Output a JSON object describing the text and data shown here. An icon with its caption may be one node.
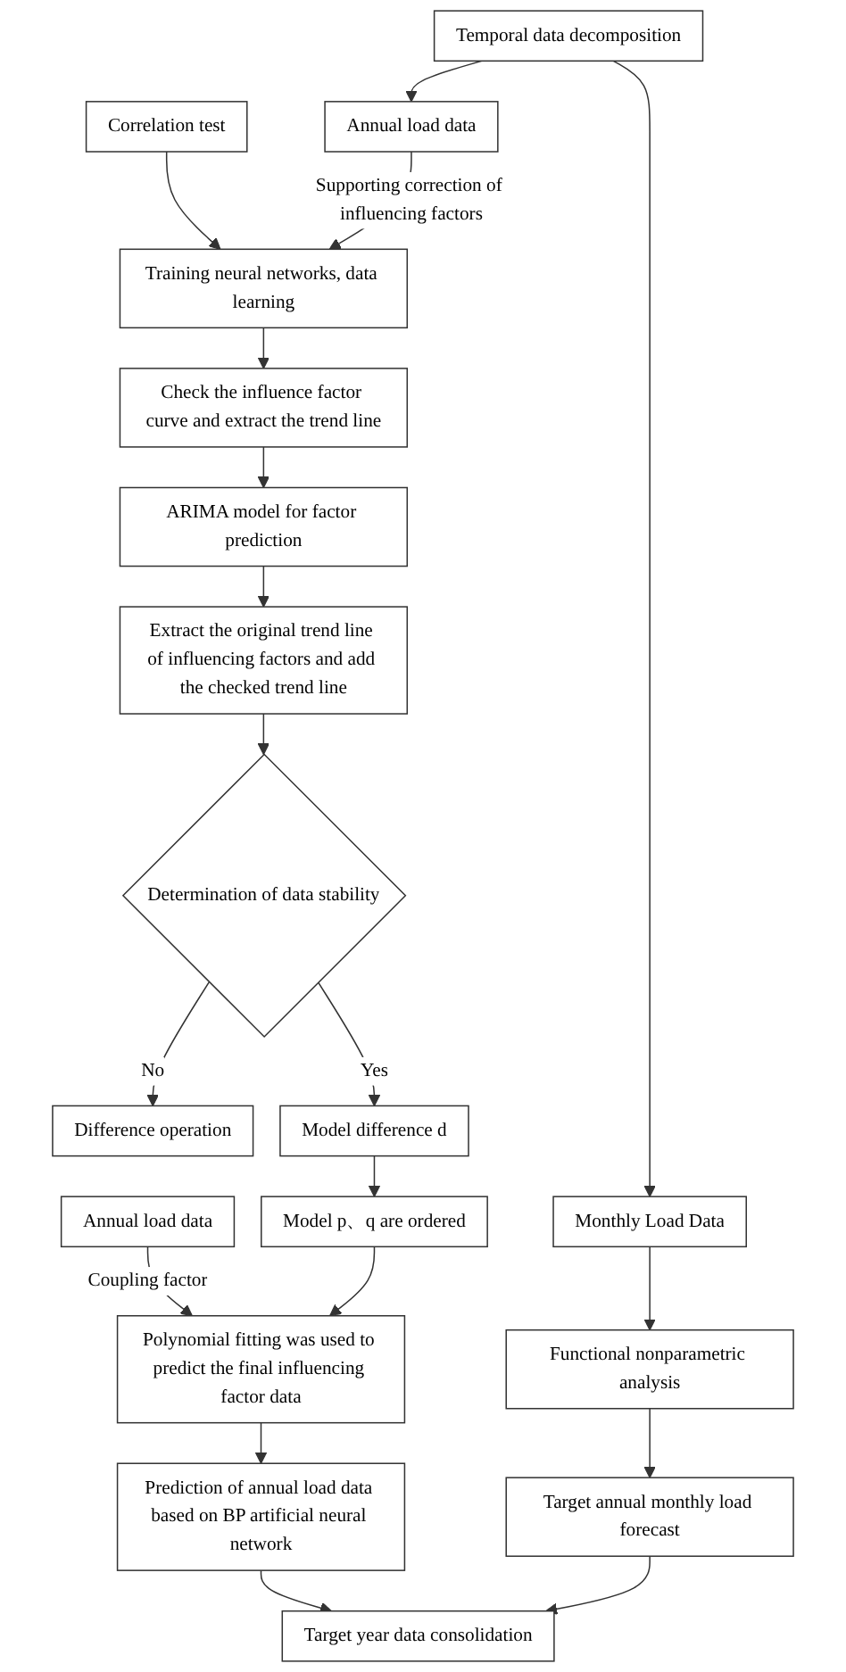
{
  "diagram": {
    "nodes": [
      {
        "text": [
          "Temporal data decomposition"
        ]
      },
      {
        "text": [
          "Correlation test"
        ]
      },
      {
        "text": [
          "Annual load data"
        ]
      },
      {
        "text": [
          "Training neural networks, data learning"
        ]
      },
      {
        "text": [
          "Check the influence factor curve and extract the trend line"
        ]
      },
      {
        "text": [
          "Monthly Load Data"
        ]
      },
      {
        "text": [
          "ARIMA model for factor prediction"
        ]
      },
      {
        "text": [
          "Functional nonparametric analysis"
        ]
      },
      {
        "text": [
          "Extract the original trend line of influencing factors and add the checked trend line"
        ]
      },
      {
        "text": [
          "Difference operation"
        ]
      },
      {
        "text": [
          "Determination of data stability"
        ]
      },
      {
        "text": [
          "Model difference d"
        ]
      },
      {
        "text": [
          "Annual load data"
        ]
      },
      {
        "text": [
          "Model p、q are ordered"
        ]
      },
      {
        "text": [
          "Polynomial fitting was used to predict the final influencing factor data"
        ]
      },
      {
        "text": [
          "Target annual monthly load forecast"
        ]
      },
      {
        "text": [
          "Prediction of annual load data based on BP artificial neural network"
        ]
      },
      {
        "text": [
          "Target year data consolidation"
        ]
      }
    ],
    "edges": [
      {
        "from": 0,
        "to": 2,
        "arrow": "to"
      },
      {
        "from": 0,
        "to": 5,
        "arrow": "to"
      },
      {
        "from": 1,
        "to": 3,
        "arrow": "to"
      },
      {
        "from": 2,
        "to": 3,
        "arrow": "to",
        "label": "Supporting correction of influencing factors"
      },
      {
        "from": 3,
        "to": 4,
        "arrow": "to"
      },
      {
        "from": 4,
        "to": 6,
        "arrow": "to"
      },
      {
        "from": 5,
        "to": 7,
        "arrow": "to"
      },
      {
        "from": 6,
        "to": 8,
        "arrow": "to"
      },
      {
        "from": 8,
        "to": 10,
        "arrow": "to"
      },
      {
        "from": 10,
        "to": 9,
        "arrow": "to",
        "label": "No"
      },
      {
        "from": 10,
        "to": 11,
        "arrow": "to",
        "label": "Yes"
      },
      {
        "from": 11,
        "to": 13,
        "arrow": "to"
      },
      {
        "from": 12,
        "to": 14,
        "arrow": "to",
        "label": "Coupling factor"
      },
      {
        "from": 13,
        "to": 14,
        "arrow": "to"
      },
      {
        "from": 7,
        "to": 15,
        "arrow": "to"
      },
      {
        "from": 14,
        "to": 16,
        "arrow": "to"
      },
      {
        "from": 16,
        "to": 17,
        "arrow": "to"
      },
      {
        "from": 15,
        "to": 17,
        "arrow": "to"
      }
    ]
  }
}
